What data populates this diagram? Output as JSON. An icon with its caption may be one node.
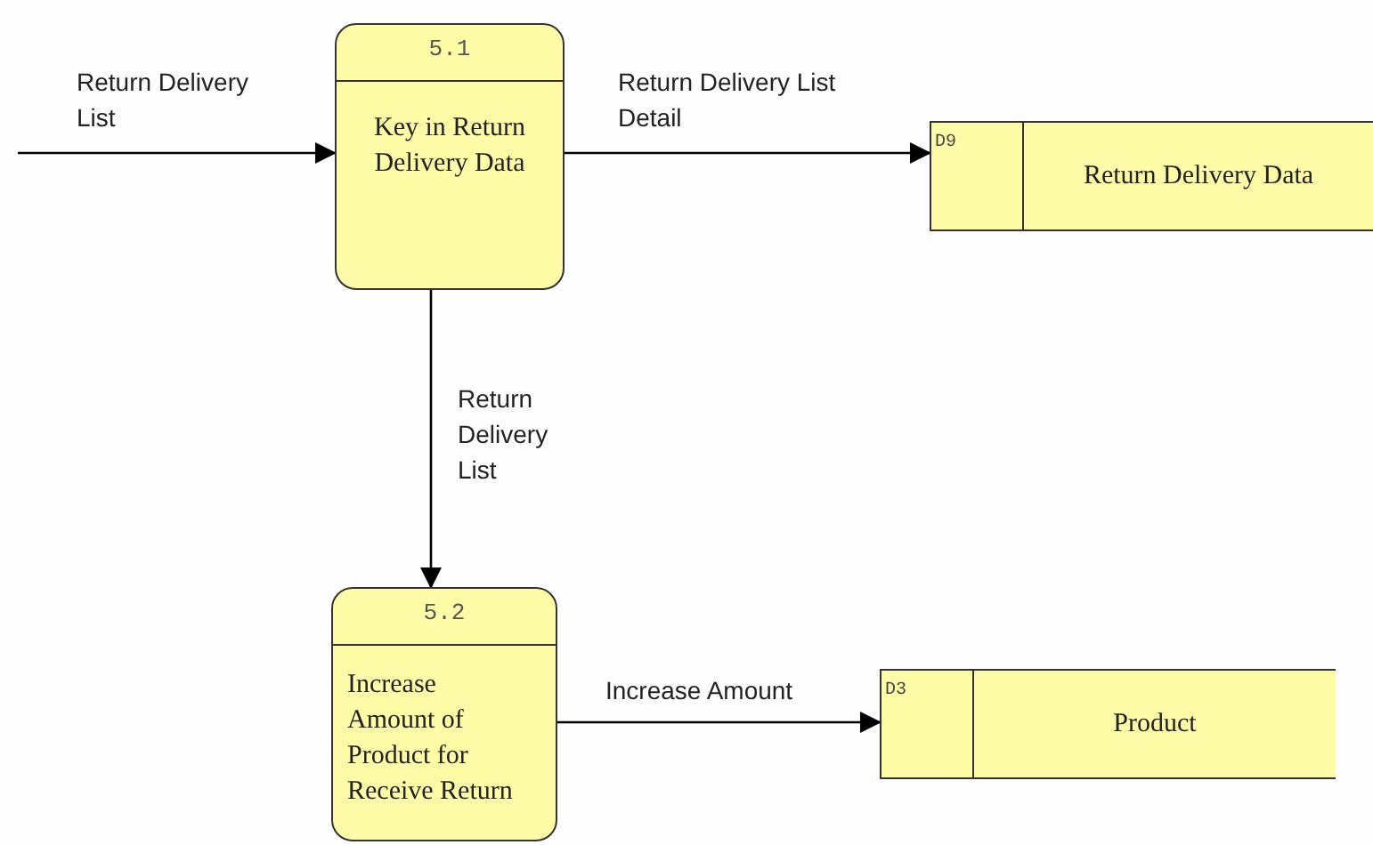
{
  "diagram": {
    "nodes": [
      {
        "text": [
          "5.1",
          "Key in Return Delivery Data"
        ]
      },
      {
        "text": [
          "D9",
          "Return Delivery Data"
        ]
      },
      {
        "text": [
          "5.2",
          "Increase Amount of Product for Receive Return"
        ]
      },
      {
        "text": [
          "D3",
          "Product"
        ]
      }
    ],
    "edges": [
      {
        "from": null,
        "to": 0,
        "arrow": "to",
        "label": "Return Delivery List"
      },
      {
        "from": 0,
        "to": 1,
        "arrow": "to",
        "label": "Return Delivery List Detail"
      },
      {
        "from": 0,
        "to": 2,
        "arrow": "to",
        "label": "Return Delivery List"
      },
      {
        "from": 2,
        "to": 3,
        "arrow": "to",
        "label": "Increase Amount"
      }
    ]
  }
}
